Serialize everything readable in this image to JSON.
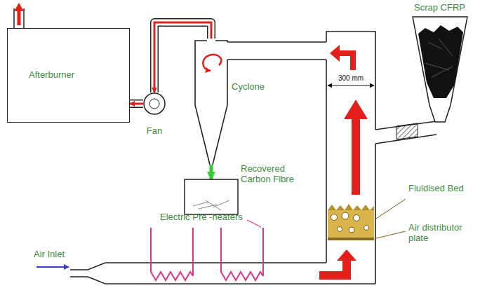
{
  "diagram": {
    "nodes": [
      {
        "text": [
          "Afterburner"
        ]
      },
      {
        "text": [
          "Fan"
        ]
      },
      {
        "text": [
          "Cyclone"
        ]
      },
      {
        "text": [
          "Recovered Carbon Fibre"
        ]
      }
    ],
    "edges": [
      {
        "from": 1,
        "to": 0,
        "arrow": "to"
      },
      {
        "from": 2,
        "to": 1,
        "arrow": "to"
      },
      {
        "from": 2,
        "to": 3,
        "arrow": "to"
      }
    ],
    "labels": [
      "300 mm",
      "Scrap CFRP",
      "Fluidised Bed",
      "Air distributor plate",
      "Electric Pre -heaters",
      "Air Inlet"
    ]
  }
}
